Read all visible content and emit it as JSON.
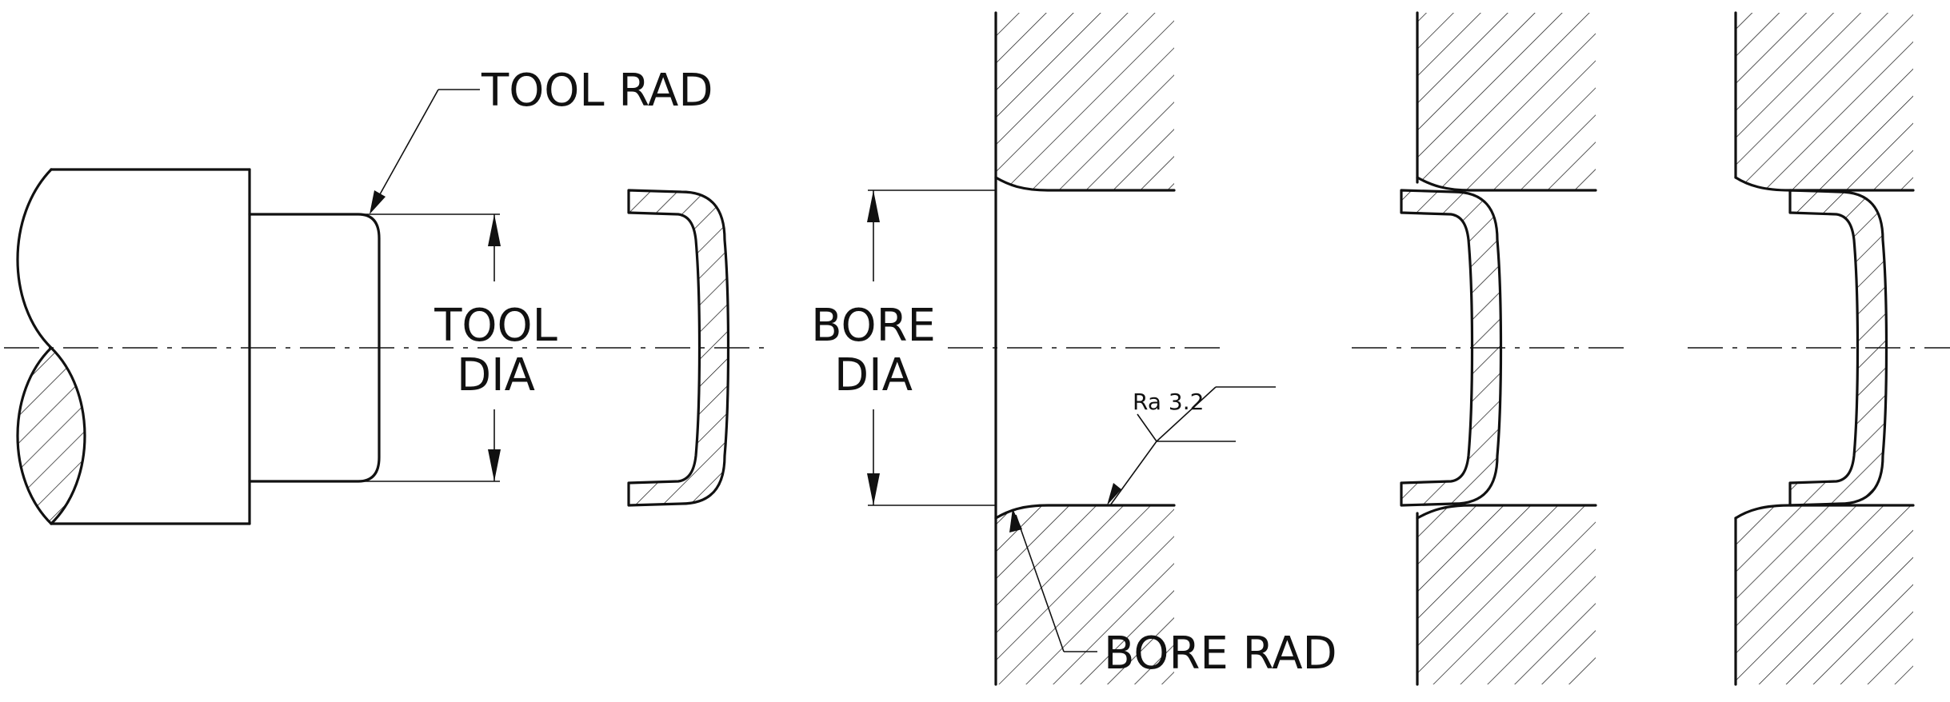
{
  "labels": {
    "tool_rad": "TOOL RAD",
    "tool_dia_line1": "TOOL",
    "tool_dia_line2": "DIA",
    "bore_dia_line1": "BORE",
    "bore_dia_line2": "DIA",
    "bore_rad": "BORE RAD",
    "surface_finish": "Ra 3.2"
  },
  "colors": {
    "line": "#111111",
    "background": "#ffffff"
  }
}
